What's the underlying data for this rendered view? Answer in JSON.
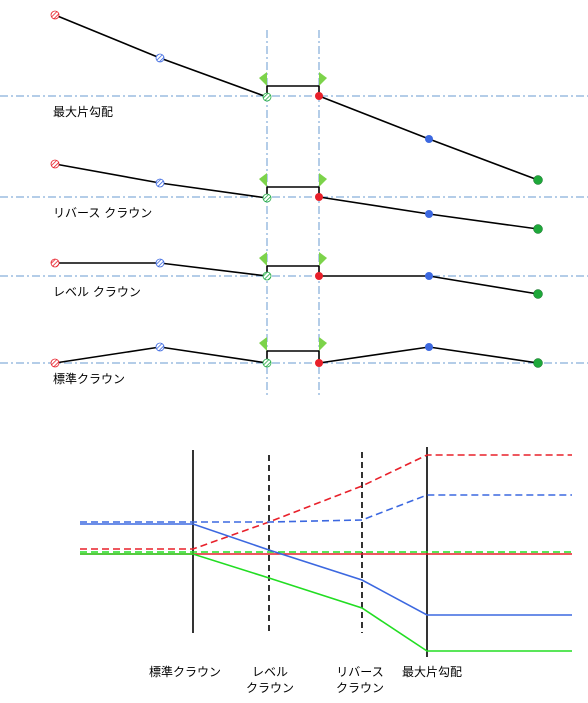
{
  "diagram": {
    "section_labels": [
      {
        "id": "max",
        "text": "最大片勾配"
      },
      {
        "id": "reverse",
        "text": "リバース クラウン"
      },
      {
        "id": "level",
        "text": "レベル クラウン"
      },
      {
        "id": "normal",
        "text": "標準クラウン"
      }
    ],
    "bottom_labels": [
      {
        "id": "normal",
        "lines": [
          "標準クラウン"
        ]
      },
      {
        "id": "level",
        "lines": [
          "レベル",
          "クラウン"
        ]
      },
      {
        "id": "reverse",
        "lines": [
          "リバース",
          "クラウン"
        ]
      },
      {
        "id": "max",
        "lines": [
          "最大片勾配"
        ]
      }
    ],
    "colors": {
      "red": "#e8202a",
      "blue": "#3c68e0",
      "green": "#22dd22",
      "dash_dot": "#6a9bd0",
      "flag": "#7cd34a"
    }
  }
}
